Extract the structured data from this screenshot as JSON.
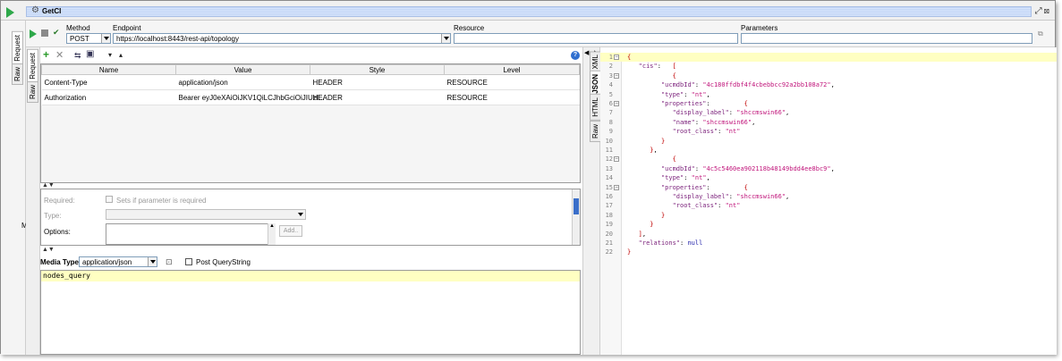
{
  "window": {
    "title": "GetCI"
  },
  "side_tabs": {
    "request": "Request",
    "raw": "Raw"
  },
  "toolbar": {
    "method_label": "Method",
    "method_value": "POST",
    "endpoint_label": "Endpoint",
    "endpoint_value": "https://localhost:8443/rest-api/topology",
    "resource_label": "Resource",
    "parameters_label": "Parameters"
  },
  "params_grid": {
    "headers": [
      "Name",
      "Value",
      "Style",
      "Level"
    ],
    "rows": [
      {
        "name": "Content-Type",
        "value": "application/json",
        "style": "HEADER",
        "level": "RESOURCE"
      },
      {
        "name": "Authorization",
        "value": "Bearer eyJ0eXAiOiJKV1QiLCJhbGciOiJIUzI...",
        "style": "HEADER",
        "level": "RESOURCE"
      }
    ]
  },
  "param_detail": {
    "required_label": "Required:",
    "required_hint": "Sets if parameter is required",
    "type_label": "Type:",
    "options_label": "Options:",
    "add_button": "Add.."
  },
  "media": {
    "label": "Media Type",
    "value": "application/json",
    "post_query_label": "Post QueryString"
  },
  "request_body": "nodes_query",
  "response_tabs": [
    "XML",
    "JSON",
    "HTML",
    "Raw"
  ],
  "response_lines": [
    "{",
    "   \"cis\":   [",
    "            {",
    "         \"ucmdbId\": \"4c180ffdbf4f4cbebbcc92a2bb108a72\",",
    "         \"type\": \"nt\",",
    "         \"properties\":         {",
    "            \"display_label\": \"shccmswin66\",",
    "            \"name\": \"shccmswin66\",",
    "            \"root_class\": \"nt\"",
    "         }",
    "      },",
    "            {",
    "         \"ucmdbId\": \"4c5c5460ea902118b48149bdd4ee8bc9\",",
    "         \"type\": \"nt\",",
    "         \"properties\":         {",
    "            \"display_label\": \"shccmswin66\",",
    "            \"root_class\": \"nt\"",
    "         }",
    "      }",
    "   ],",
    "   \"relations\": null",
    "}"
  ],
  "colors": {
    "run_green": "#2ea84a",
    "highlight": "#ffffc2",
    "key": "#7a1f7a",
    "string": "#c0147a"
  }
}
